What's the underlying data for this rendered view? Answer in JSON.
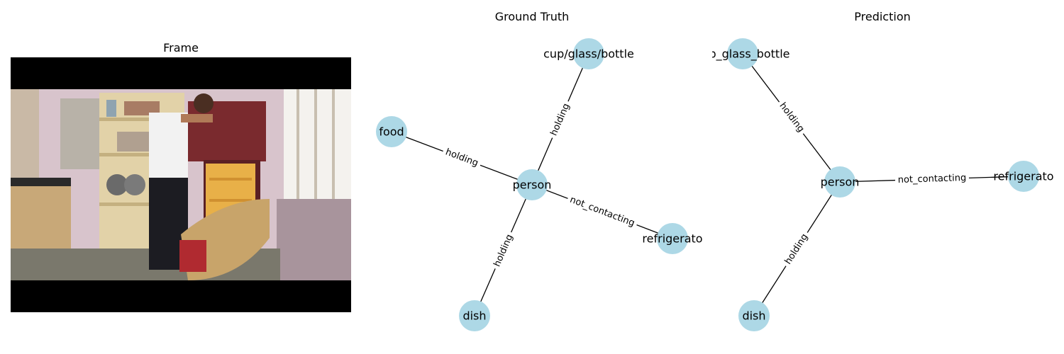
{
  "frame_panel": {
    "title": "Frame"
  },
  "ground_truth": {
    "title": "Ground Truth",
    "nodes": [
      {
        "id": "person",
        "label": "person"
      },
      {
        "id": "cup",
        "label": "cup/glass/bottle"
      },
      {
        "id": "food",
        "label": "food"
      },
      {
        "id": "refrigerator",
        "label": "refrigerato"
      },
      {
        "id": "dish",
        "label": "dish"
      }
    ],
    "edges": [
      {
        "source": "person",
        "target": "cup",
        "label": "holding"
      },
      {
        "source": "person",
        "target": "food",
        "label": "holding"
      },
      {
        "source": "person",
        "target": "refrigerator",
        "label": "not_contacting"
      },
      {
        "source": "person",
        "target": "dish",
        "label": "holding"
      }
    ]
  },
  "prediction": {
    "title": "Prediction",
    "nodes": [
      {
        "id": "person",
        "label": "person"
      },
      {
        "id": "cup",
        "label": "cup_glass_bottle"
      },
      {
        "id": "refrigerator",
        "label": "refrigerato"
      },
      {
        "id": "dish",
        "label": "dish"
      }
    ],
    "edges": [
      {
        "source": "person",
        "target": "cup",
        "label": "holding"
      },
      {
        "source": "person",
        "target": "refrigerator",
        "label": "not_contacting"
      },
      {
        "source": "person",
        "target": "dish",
        "label": "holding"
      }
    ]
  },
  "colors": {
    "node_fill": "#add8e6",
    "edge_stroke": "#000000",
    "frame_letterbox": "#000000"
  }
}
